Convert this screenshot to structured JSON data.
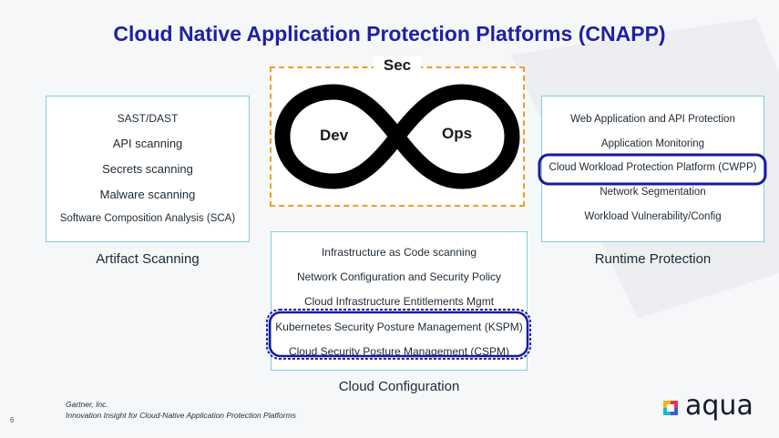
{
  "title": "Cloud Native Application Protection Platforms (CNAPP)",
  "artifact_scanning": {
    "items": [
      "SAST/DAST",
      "API scanning",
      "Secrets scanning",
      "Malware scanning",
      "Software Composition Analysis (SCA)"
    ],
    "caption": "Artifact Scanning"
  },
  "devsecops": {
    "sec": "Sec",
    "dev": "Dev",
    "ops": "Ops"
  },
  "runtime_protection": {
    "items": [
      "Web Application and API Protection",
      "Application Monitoring",
      "Cloud Workload Protection Platform (CWPP)",
      "Network Segmentation",
      "Workload Vulnerability/Config"
    ],
    "caption": "Runtime Protection",
    "highlighted": [
      "Cloud Workload Protection Platform (CWPP)"
    ]
  },
  "cloud_configuration": {
    "items": [
      "Infrastructure as Code scanning",
      "Network Configuration and Security Policy",
      "Cloud Infrastructure Entitlements Mgmt",
      "Kubernetes Security Posture Management (KSPM)",
      "Cloud Security Posture Management (CSPM)"
    ],
    "caption": "Cloud Configuration",
    "highlighted": [
      "Kubernetes Security Posture Management (KSPM)",
      "Cloud Security Posture Management (CSPM)"
    ]
  },
  "footnote": {
    "line1": "Gartner, Inc.",
    "line2": "Innovation Insight for Cloud-Native Application Protection Platforms"
  },
  "page_number": "6",
  "logo_text": "aqua",
  "colors": {
    "title": "#1e21a6",
    "box_border": "#7ed0de",
    "dashed_frame": "#f59b23",
    "highlight": "#1a1a9e"
  }
}
